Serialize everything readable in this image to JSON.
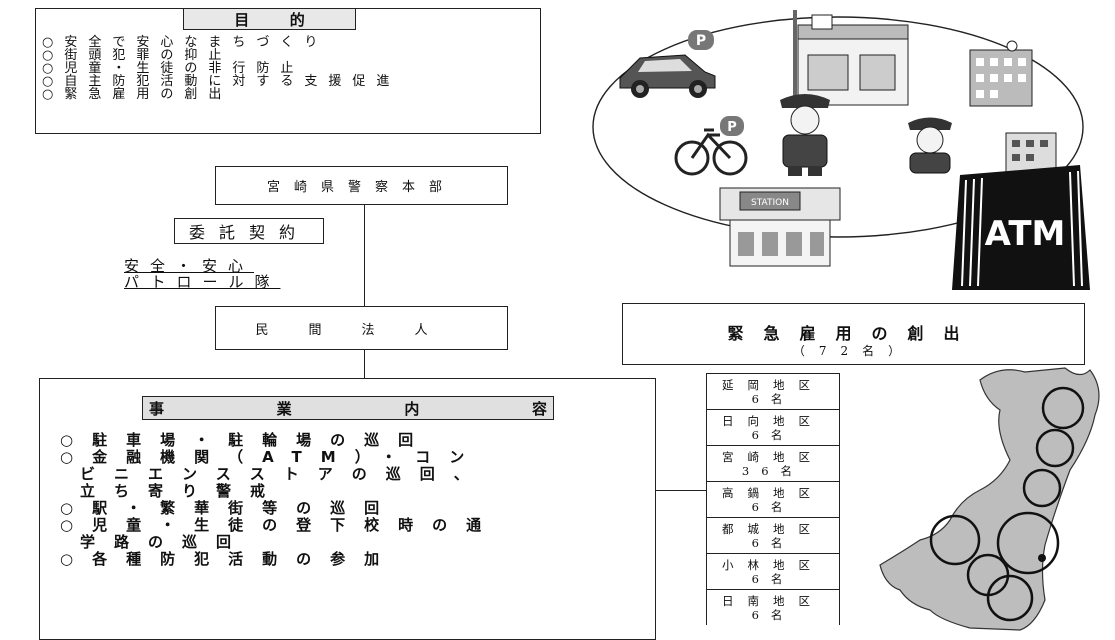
{
  "purpose": {
    "title_chars": [
      "目",
      "的"
    ],
    "items": [
      "○安全で安心なまちづくり",
      "○街頭犯罪の抑止",
      "○児童・生徒の非行防止",
      "○自主防犯活動に対する支援促進",
      "○緊急雇用の創出"
    ]
  },
  "hq": {
    "label": "宮崎県警察本部"
  },
  "contract": {
    "label": "委託契約"
  },
  "patrol": {
    "line1": "安全・安心",
    "line2": "パトロール隊"
  },
  "corp": {
    "label": "民間法人"
  },
  "business": {
    "title_chars": [
      "事",
      "業",
      "内",
      "容"
    ],
    "items": [
      "○駐車場・駐輪場の巡回",
      "○金融機関（ATM）・コン",
      "ビニエンスストアの巡回、",
      "立ち寄り警戒",
      "○駅・繁華街等の巡回",
      "○児童・生徒の登下校時の通",
      "学路の巡回",
      "○各種防犯活動の参加"
    ]
  },
  "emergency": {
    "line1": "緊急雇用の創出",
    "line2": "（72名）"
  },
  "districts": [
    {
      "name": "延岡地区",
      "count": "6名"
    },
    {
      "name": "日向地区",
      "count": "6名"
    },
    {
      "name": "宮崎地区",
      "count": "36名"
    },
    {
      "name": "高鍋地区",
      "count": "6名"
    },
    {
      "name": "都城地区",
      "count": "6名"
    },
    {
      "name": "小林地区",
      "count": "6名"
    },
    {
      "name": "日南地区",
      "count": "6名"
    }
  ],
  "illustration": {
    "parking_sign": "P",
    "bicycle_sign": "P",
    "station_sign": "STATION",
    "atm_sign": "ATM"
  }
}
